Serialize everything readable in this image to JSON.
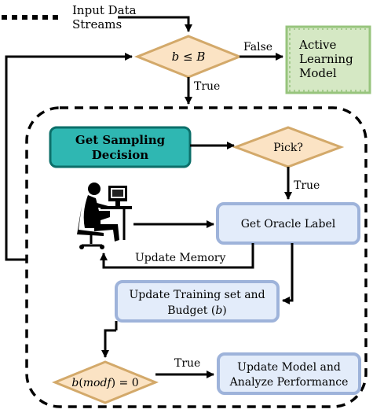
{
  "input": {
    "line1": "Input Data",
    "line2": "Streams"
  },
  "budget_check": {
    "lhs": "b",
    "op": " ≤ ",
    "rhs": "B",
    "false_label": "False",
    "true_label": "True"
  },
  "active_model": {
    "line1": "Active",
    "line2": "Learning",
    "line3": "Model"
  },
  "sampling": {
    "line1": "Get Sampling",
    "line2": "Decision"
  },
  "pick": {
    "label": "Pick?",
    "true_label": "True"
  },
  "oracle": {
    "label": "Get Oracle Label"
  },
  "update_memory": {
    "label": "Update Memory"
  },
  "update_training": {
    "line1": "Update Training set and",
    "line2_text": "Budget ",
    "line2_open": "(",
    "line2_var": "b",
    "line2_close": ")"
  },
  "mod_check": {
    "b": "b",
    "open": "(",
    "mod": "modf",
    "close": ") = 0",
    "true_label": "True"
  },
  "update_model": {
    "line1": "Update Model and",
    "line2": "Analyze Performance"
  },
  "colors": {
    "diamond_fill": "#fbe3c4",
    "diamond_stroke": "#d3a96a",
    "green_fill": "#d5e8c4",
    "green_stroke": "#97c47d",
    "teal_fill": "#2fb7b2",
    "teal_stroke": "#0c6f6a",
    "blue_fill": "#e3ecfa",
    "blue_stroke": "#9eb3da"
  }
}
